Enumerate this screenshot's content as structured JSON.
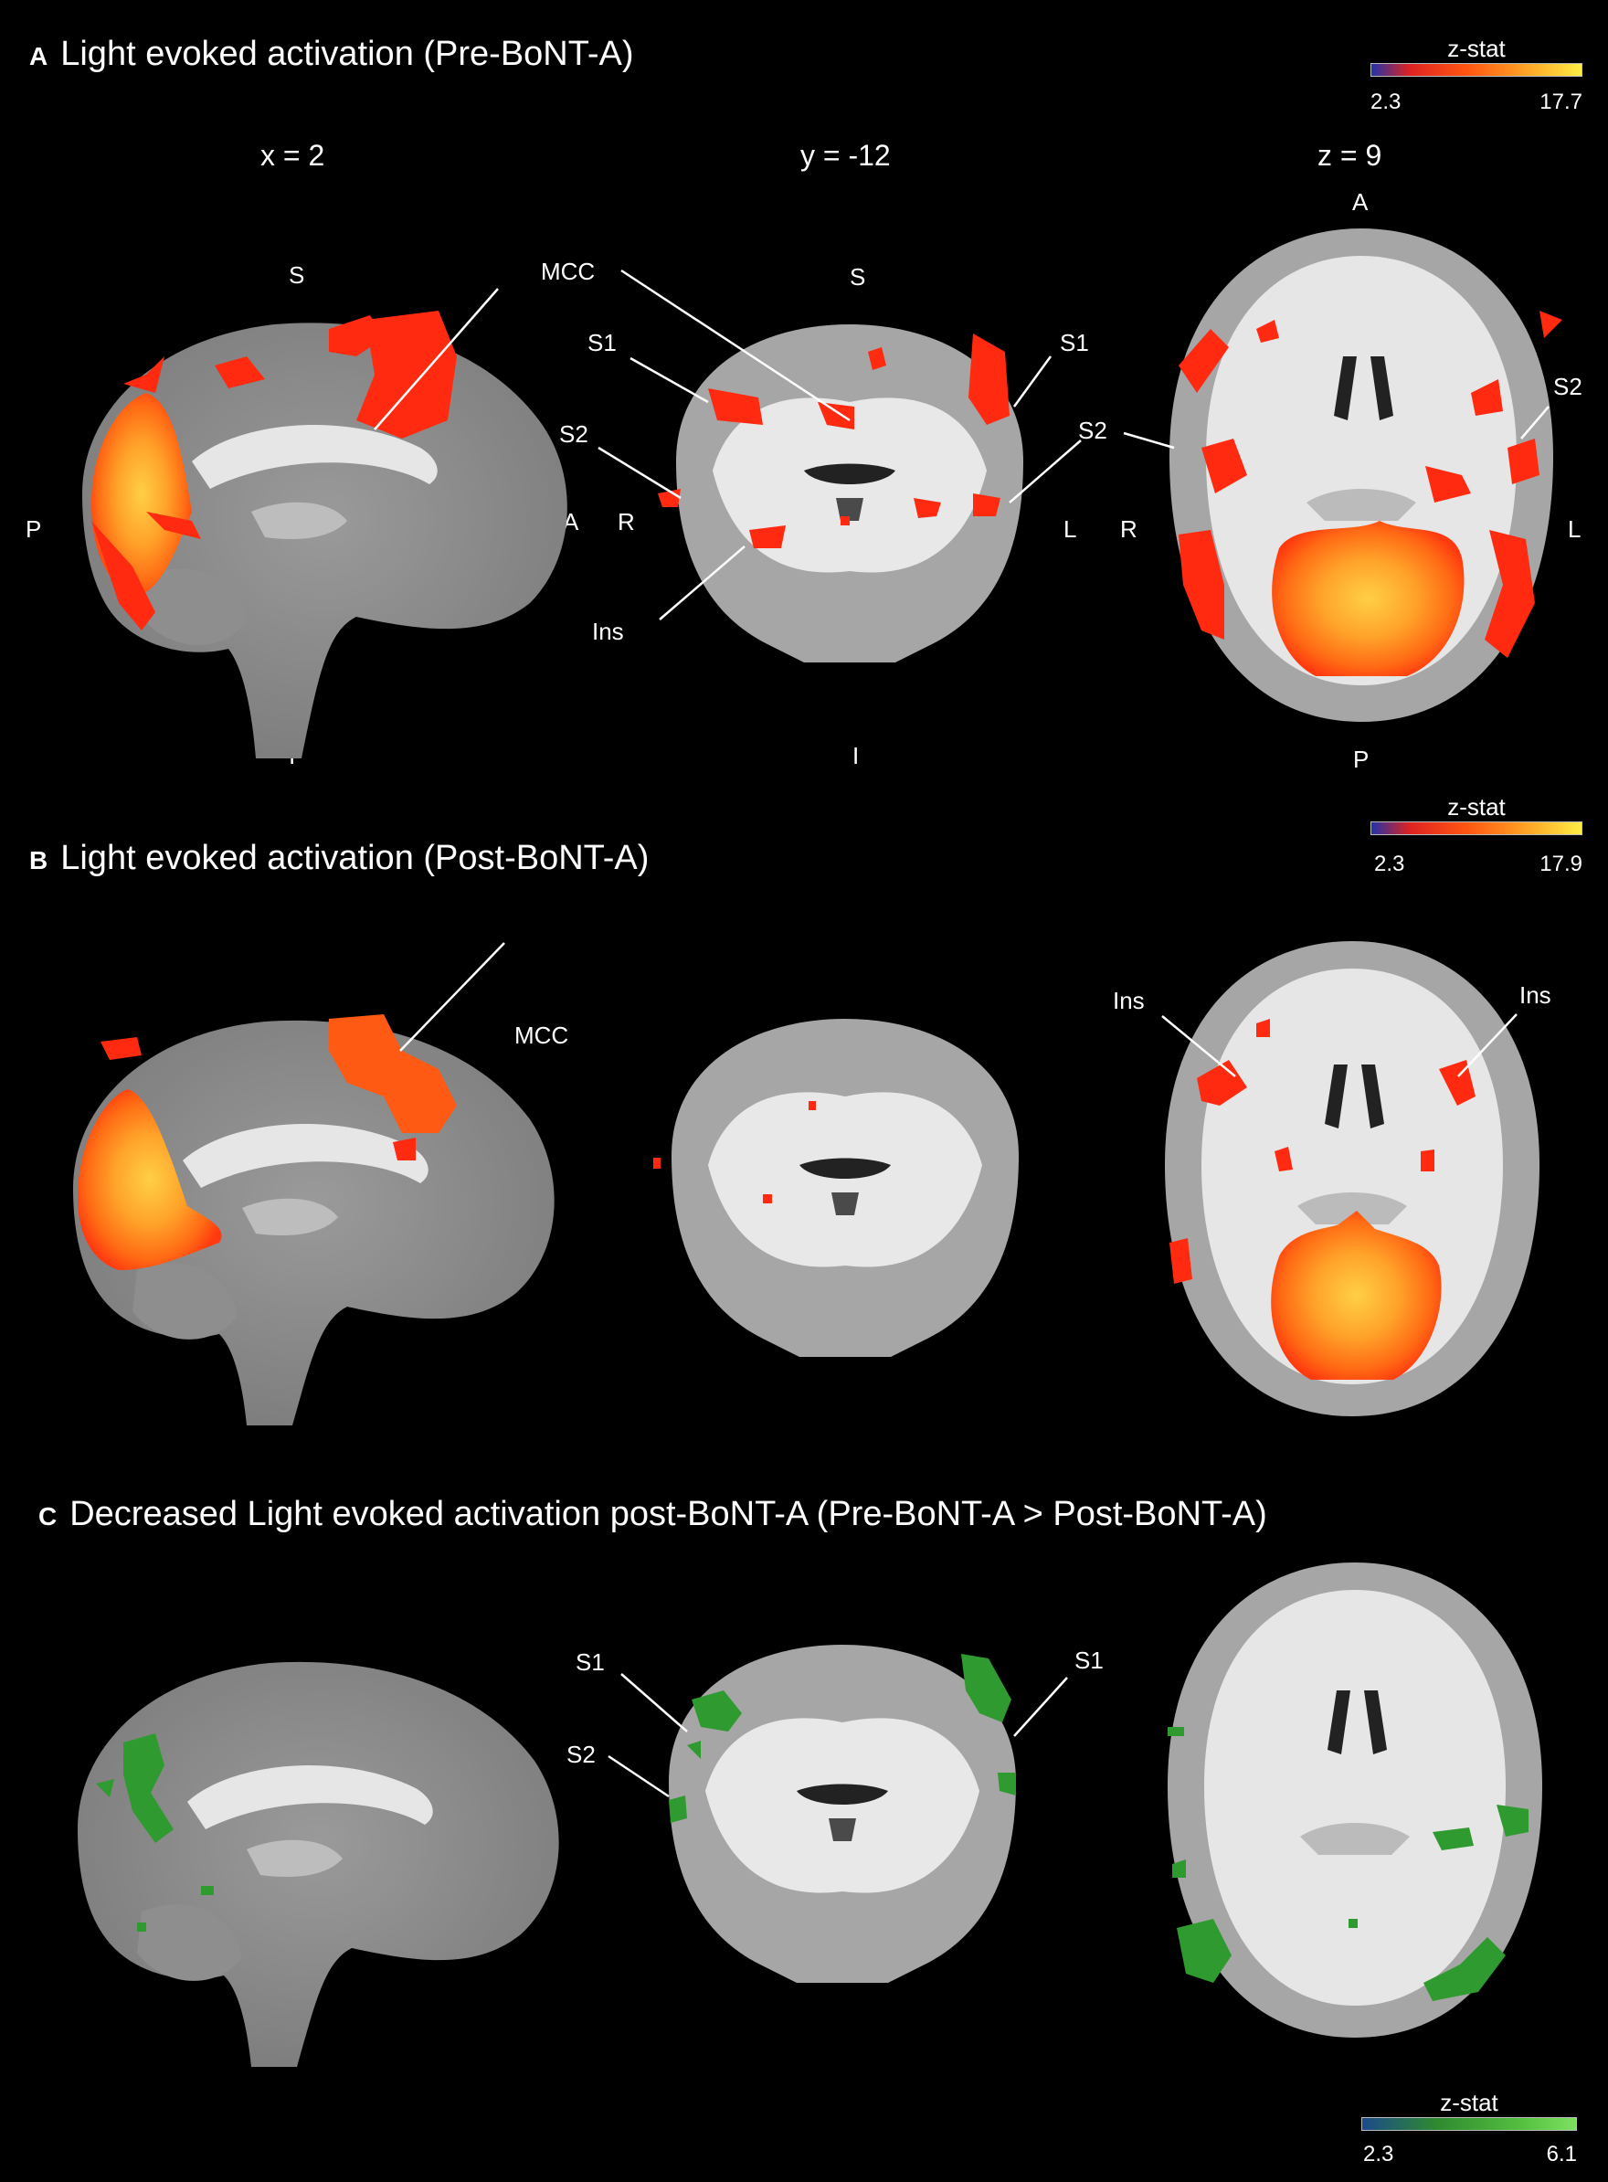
{
  "panels": [
    {
      "letter": "A",
      "title": "Light evoked activation (Pre-BoNT-A)",
      "colorbar": {
        "title": "z-stat",
        "min": "2.3",
        "max": "17.7"
      }
    },
    {
      "letter": "B",
      "title": "Light evoked activation (Post-BoNT-A)",
      "colorbar": {
        "title": "z-stat",
        "min": "2.3",
        "max": "17.9"
      }
    },
    {
      "letter": "C",
      "title": "Decreased Light evoked activation post-BoNT-A (Pre-BoNT-A > Post-BoNT-A)",
      "colorbar": {
        "title": "z-stat",
        "min": "2.3",
        "max": "6.1"
      }
    }
  ],
  "coords": {
    "sagittal": "x = 2",
    "coronal": "y = -12",
    "axial": "z = 9"
  },
  "orientation": {
    "S": "S",
    "I": "I",
    "P": "P",
    "A": "A",
    "R": "R",
    "L": "L"
  },
  "labels": {
    "MCC": "MCC",
    "S1": "S1",
    "S2": "S2",
    "Ins": "Ins"
  },
  "colors": {
    "background": "#000000",
    "activation": "#ff2a10",
    "activation_peak": "#ffb43a",
    "decrease": "#2f9a2f"
  }
}
